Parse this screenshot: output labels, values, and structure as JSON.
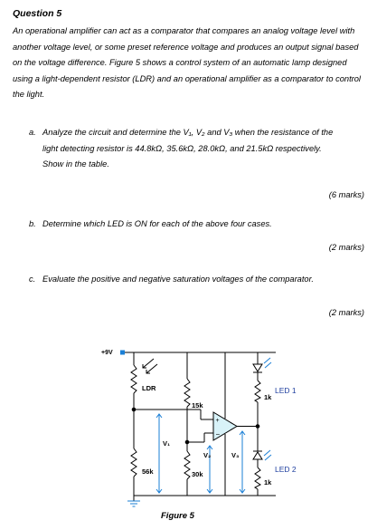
{
  "question": {
    "title": "Question 5",
    "intro": "An operational amplifier can act as a comparator that compares an analog voltage level with another voltage level, or some preset reference voltage and produces an output signal based on the voltage difference. Figure 5 shows a control system of an automatic lamp designed using a light-dependent resistor (LDR) and an operational amplifier as a comparator to control the light.",
    "parts": [
      {
        "label": "a.",
        "text": "Analyze the circuit and determine the V₁, V₂ and V₃ when the resistance of the light detecting resistor is 44.8kΩ, 35.6kΩ, 28.0kΩ, and 21.5kΩ respectively. Show in the table.",
        "marks": "(6 marks)"
      },
      {
        "label": "b.",
        "text": "Determine which LED is ON for each of the above four cases.",
        "marks": "(2 marks)"
      },
      {
        "label": "c.",
        "text": "Evaluate the positive and negative saturation voltages of the comparator.",
        "marks": "(2 marks)"
      }
    ]
  },
  "figure": {
    "caption": "Figure 5",
    "labels": {
      "supply": "+9V",
      "ldr": "LDR",
      "r56k": "56k",
      "v1": "V₁",
      "r15k": "15k",
      "r30k": "30k",
      "v2": "V₂",
      "v3": "V₃",
      "r1k_top": "1k",
      "r1k_bot": "1k",
      "led1": "LED 1",
      "led2": "LED 2"
    },
    "colors": {
      "led_label": "#1f3f9f",
      "wire": "#000000",
      "opamp_fill": "#d8f2f8"
    }
  }
}
